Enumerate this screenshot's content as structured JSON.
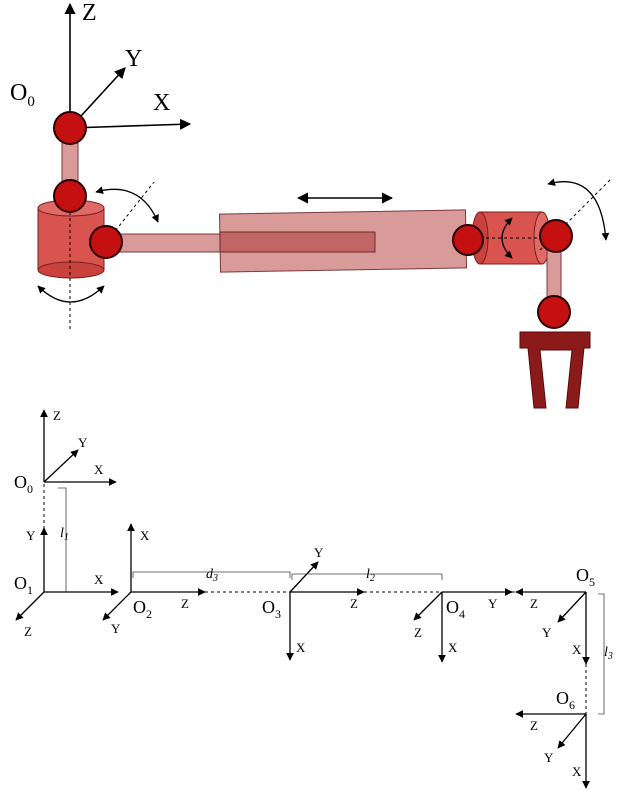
{
  "top": {
    "frame": {
      "origin": "O",
      "origin_sub": "0",
      "x": "X",
      "y": "Y",
      "z": "Z"
    },
    "colors": {
      "link": "#d99a9a",
      "link_stroke": "#7a3a3a",
      "joint": "#c41010",
      "joint_stroke": "#2a0000",
      "gripper": "#8b1a1a",
      "cylinder": "#d9534f"
    }
  },
  "frames": {
    "o0": {
      "origin": "O",
      "sub": "0",
      "z": "Z",
      "y": "Y",
      "x": "X"
    },
    "o1": {
      "origin": "O",
      "sub": "1",
      "y": "Y",
      "x": "X",
      "z": "Z"
    },
    "o2": {
      "origin": "O",
      "sub": "2",
      "x": "X",
      "z": "Z",
      "y": "Y"
    },
    "o3": {
      "origin": "O",
      "sub": "3",
      "y": "Y",
      "z": "Z",
      "x": "X"
    },
    "o4": {
      "origin": "O",
      "sub": "4",
      "y": "Y",
      "z": "Z",
      "x": "X"
    },
    "o5": {
      "origin": "O",
      "sub": "5",
      "z": "Z",
      "y": "Y",
      "x": "X"
    },
    "o6": {
      "origin": "O",
      "sub": "6",
      "z": "Z",
      "y": "Y",
      "x": "X"
    }
  },
  "dims": {
    "l1": {
      "sym": "l",
      "sub": "1"
    },
    "d3": {
      "sym": "d",
      "sub": "3"
    },
    "l2": {
      "sym": "l",
      "sub": "2"
    },
    "l3": {
      "sym": "l",
      "sub": "3"
    }
  }
}
